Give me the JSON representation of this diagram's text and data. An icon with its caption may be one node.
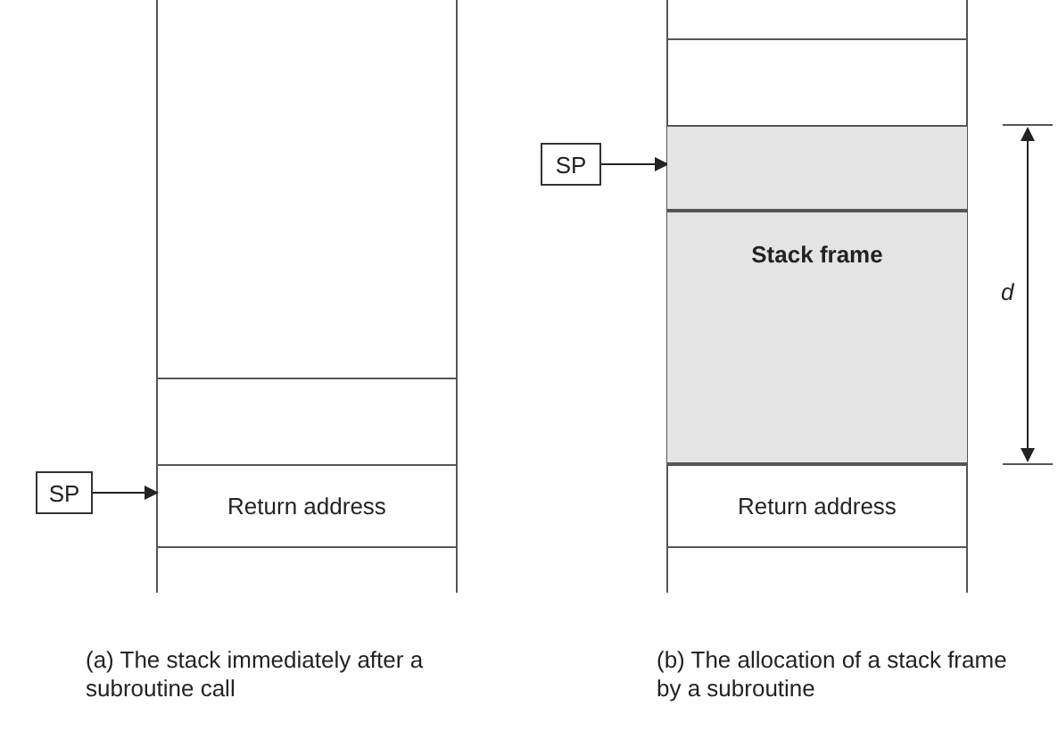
{
  "diagram": {
    "nodes": [
      {
        "text": [
          "SP"
        ]
      },
      {
        "text": [
          "Return address"
        ]
      },
      {
        "text": [
          "SP"
        ]
      },
      {
        "text": [],
        "shape": "box"
      },
      {
        "text": [
          "Stack frame"
        ]
      },
      {
        "text": [
          "Return address"
        ]
      }
    ],
    "edges": [
      {
        "from": 0,
        "to": 1,
        "arrow": "to"
      },
      {
        "from": 2,
        "to": 3,
        "arrow": "to"
      }
    ],
    "labels": [
      "d",
      "(a) The stack immediately after a subroutine call",
      "(b) The allocation of a stack frame by a subroutine"
    ]
  }
}
